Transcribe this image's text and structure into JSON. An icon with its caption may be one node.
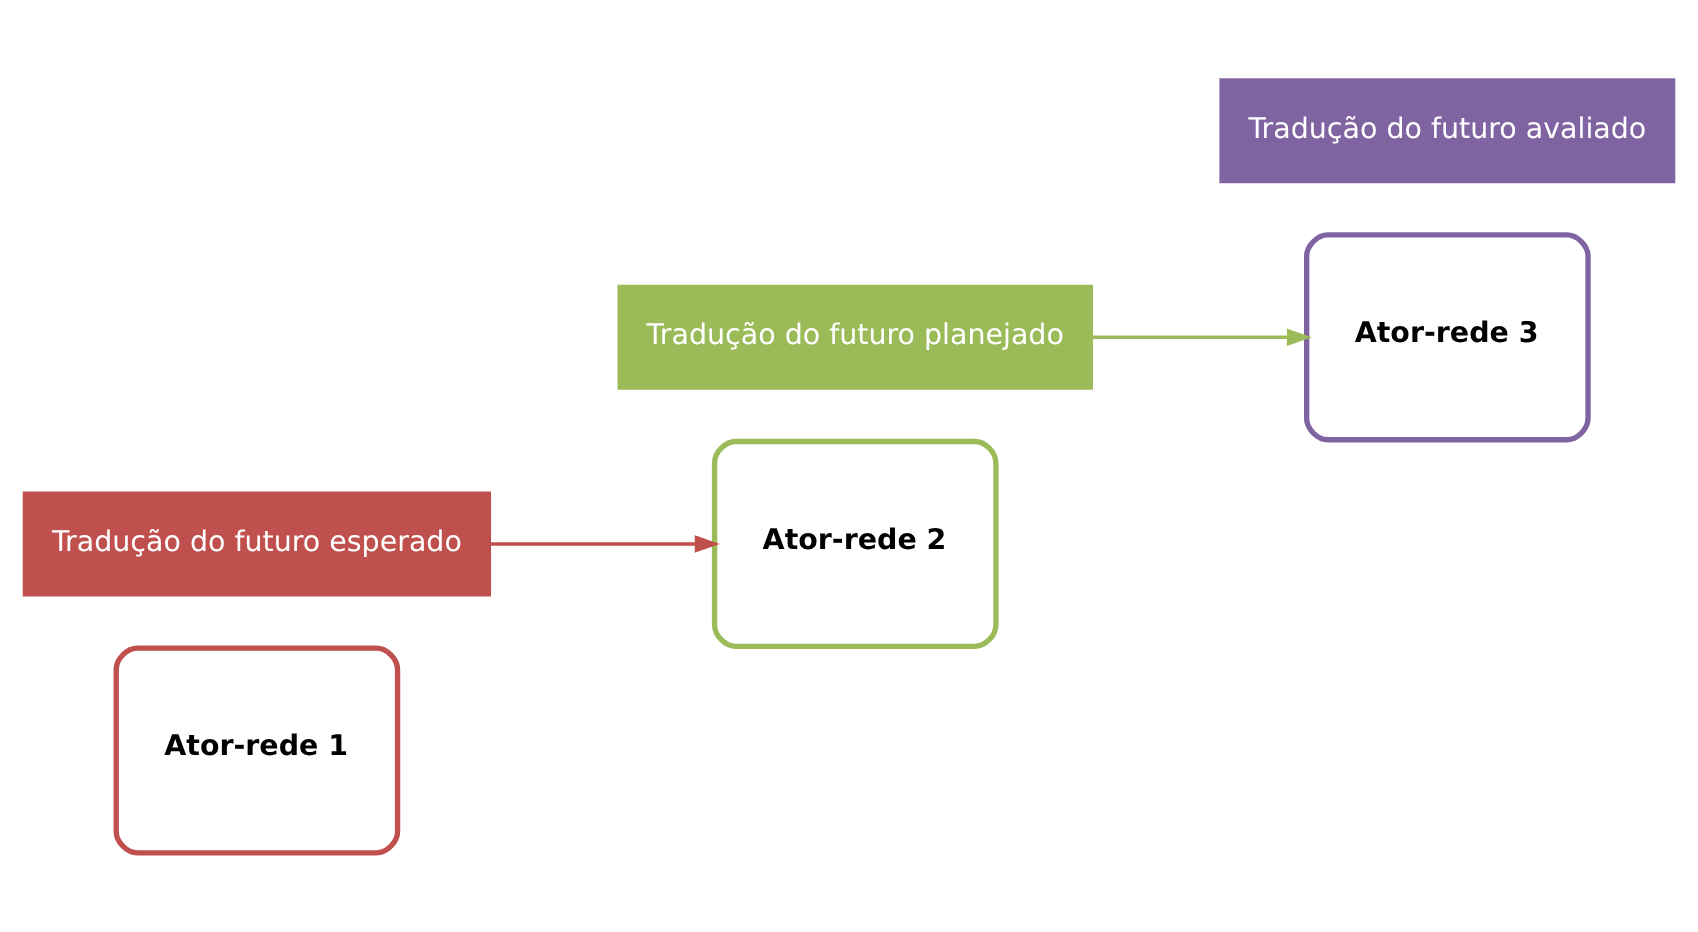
{
  "diagram": {
    "nodes": [
      {
        "text": [
          "Ator-rede 1"
        ]
      },
      {
        "text": [
          "Tradução do futuro esperado"
        ]
      },
      {
        "text": [
          "Tradução do futuro planejado"
        ]
      },
      {
        "text": [
          "Ator-rede 2"
        ]
      },
      {
        "text": [
          "Ator-rede 3"
        ]
      },
      {
        "text": [
          "Tradução do futuro avaliado"
        ]
      }
    ],
    "edges": [
      {
        "from": 1,
        "to": 3,
        "arrow": "to",
        "color": "#c0504d"
      },
      {
        "from": 2,
        "to": 4,
        "arrow": "to",
        "color": "#9bbb59"
      }
    ]
  }
}
